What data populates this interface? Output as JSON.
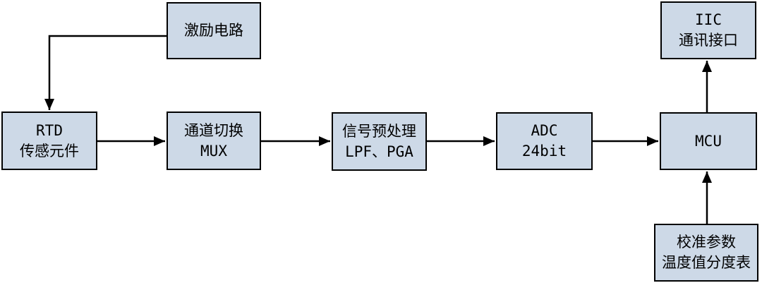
{
  "nodes": {
    "excitation": {
      "line1": "激励电路"
    },
    "rtd": {
      "line1": "RTD",
      "line2": "传感元件"
    },
    "mux": {
      "line1": "通道切换",
      "line2": "MUX"
    },
    "preprocess": {
      "line1": "信号预处理",
      "line2": "LPF、PGA"
    },
    "adc": {
      "line1": "ADC",
      "line2": "24bit"
    },
    "mcu": {
      "line1": "MCU"
    },
    "iic": {
      "line1": "IIC",
      "line2": "通讯接口"
    },
    "calibration": {
      "line1": "校准参数",
      "line2": "温度值分度表"
    }
  },
  "connections": [
    {
      "from": "excitation",
      "to": "rtd"
    },
    {
      "from": "rtd",
      "to": "mux"
    },
    {
      "from": "mux",
      "to": "preprocess"
    },
    {
      "from": "preprocess",
      "to": "adc"
    },
    {
      "from": "adc",
      "to": "mcu"
    },
    {
      "from": "mcu",
      "to": "iic"
    },
    {
      "from": "calibration",
      "to": "mcu"
    }
  ],
  "colors": {
    "box_fill": "#cdd9e7",
    "box_border": "#000000",
    "arrow": "#000000",
    "background": "#ffffff"
  }
}
